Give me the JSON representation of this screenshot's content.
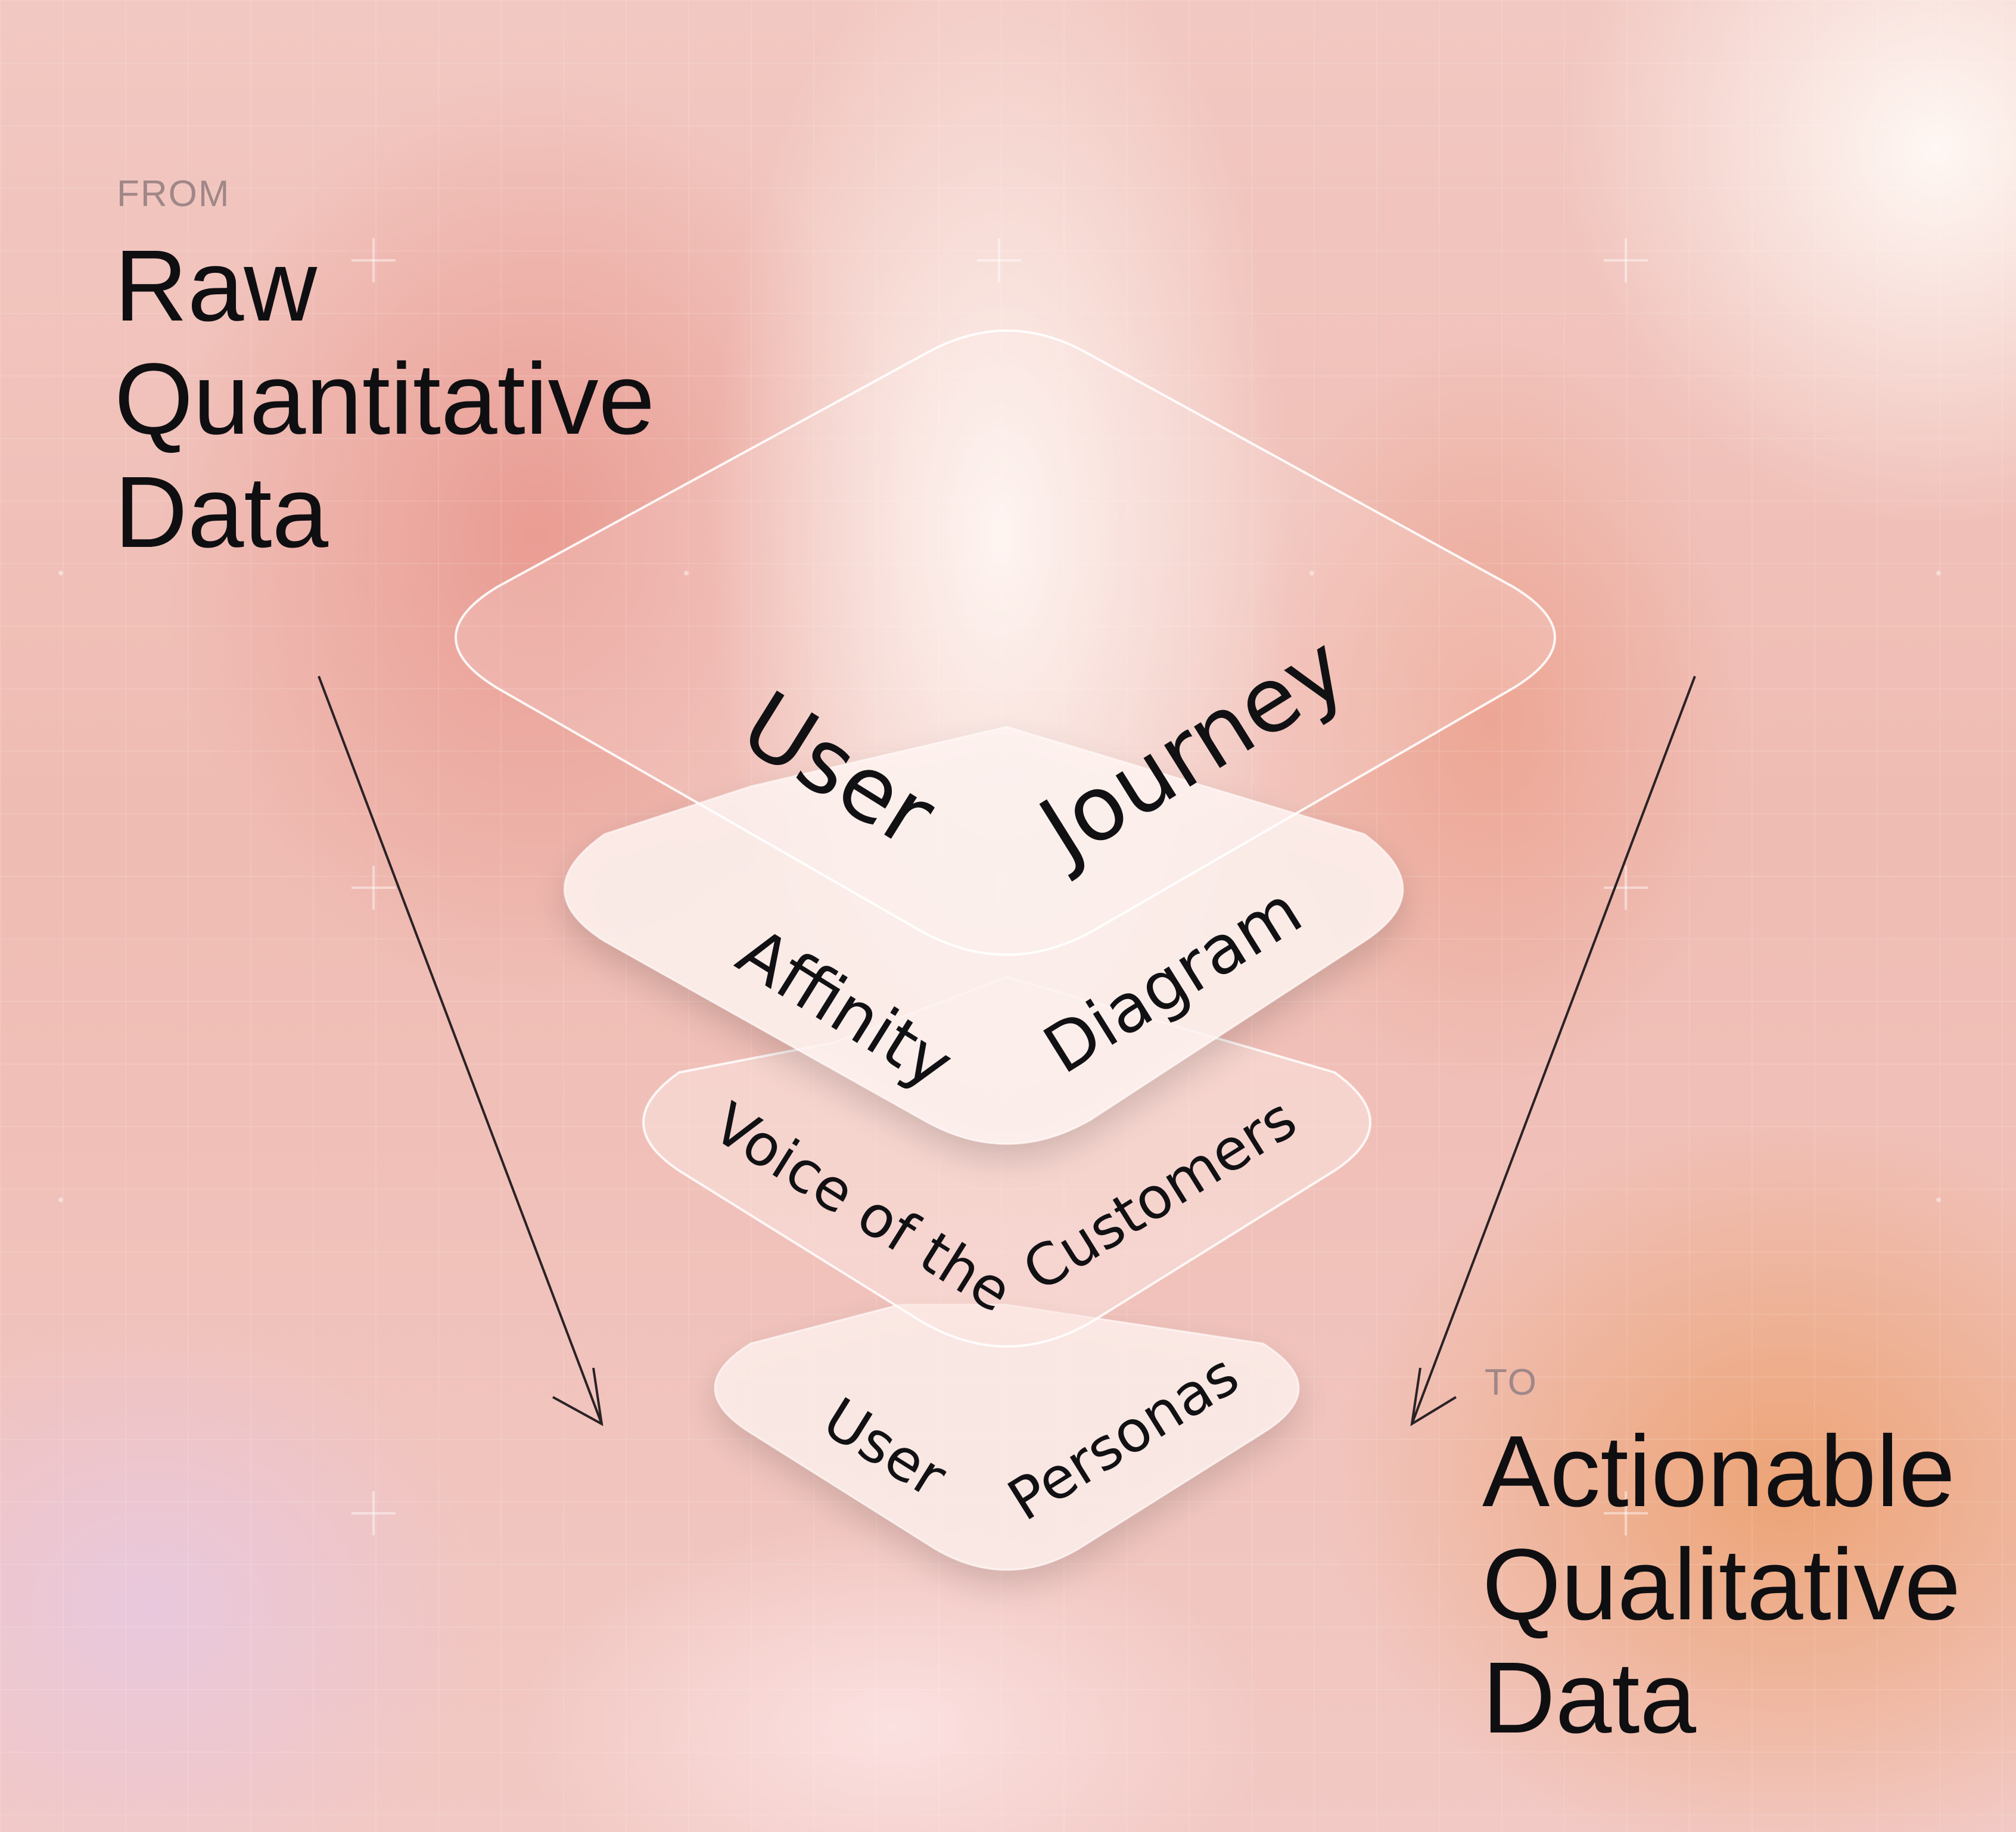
{
  "left_caption": {
    "small": "FROM",
    "lines": [
      "Raw",
      "Quantitative",
      "Data"
    ]
  },
  "right_caption": {
    "small": "TO",
    "lines": [
      "Actionable",
      "Qualitative",
      "Data"
    ]
  },
  "layers": [
    {
      "left_word": "User",
      "right_word": "Journey"
    },
    {
      "left_word": "Affinity",
      "right_word": "Diagram"
    },
    {
      "left_word": "Voice of the",
      "right_word": "Customers"
    },
    {
      "left_word": "User",
      "right_word": "Personas"
    }
  ],
  "colors": {
    "text": "#0f0f12",
    "small_text": "#a08788",
    "layer_fill": "#fff6f3",
    "layer_stroke": "#ffffff",
    "arrow": "#2a2226"
  }
}
